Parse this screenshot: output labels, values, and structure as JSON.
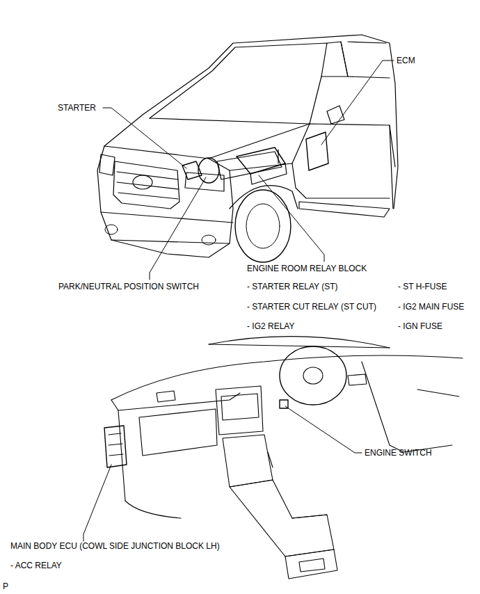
{
  "diagram": {
    "labels": [
      "ECM",
      "STARTER",
      "ENGINE ROOM RELAY BLOCK",
      "- STARTER RELAY (ST)",
      "- ST H-FUSE",
      "- STARTER CUT RELAY (ST CUT)",
      "- IG2 MAIN FUSE",
      "- IG2 RELAY",
      "- IGN FUSE",
      "PARK/NEUTRAL POSITION SWITCH",
      "ENGINE SWITCH",
      "MAIN BODY ECU (COWL SIDE JUNCTION BLOCK LH)",
      "- ACC RELAY",
      "P"
    ]
  }
}
